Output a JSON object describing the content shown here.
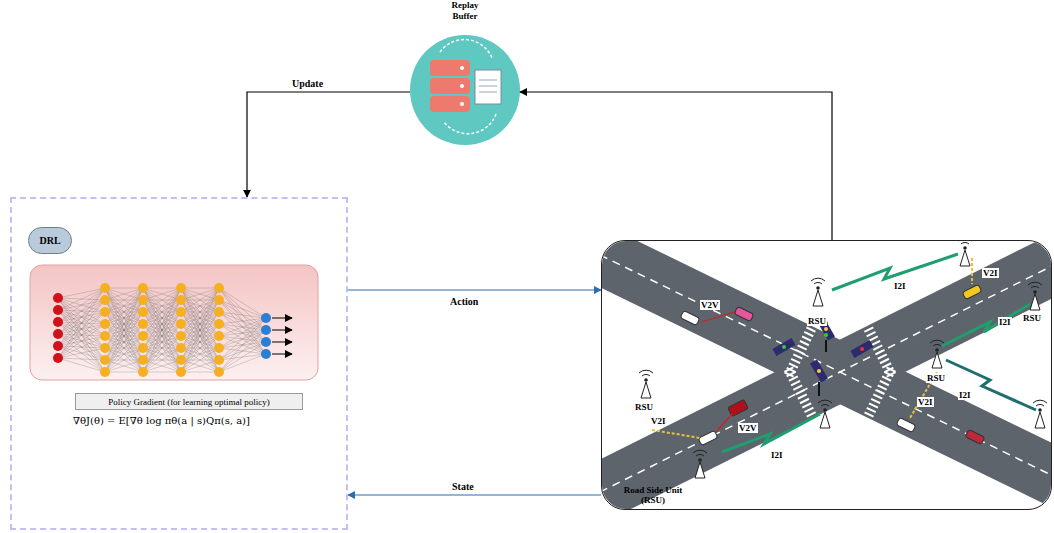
{
  "diagram": {
    "nodes": [
      {
        "text": [
          "Replay Buffer"
        ]
      },
      {
        "text": [
          "∇θJ(θ) = E[∇θ log πθ(a | s)Qπ(s, a)]"
        ]
      },
      {
        "text": [
          "DRL"
        ],
        "in": 1
      },
      {
        "text": [
          "Policy Gradient (for learning optimal policy)"
        ],
        "in": 1
      },
      {
        "text": [
          "Road Side Unit (RSU)"
        ]
      }
    ],
    "edges": [
      {
        "from": 0,
        "to": 1,
        "label": "Update",
        "arrow": "to"
      },
      {
        "from": 1,
        "to": 4,
        "label": "Action",
        "arrow": "to"
      },
      {
        "from": 4,
        "to": 1,
        "label": "State",
        "arrow": "to"
      },
      {
        "from": 4,
        "to": 0,
        "arrow": "to"
      }
    ],
    "labels": [
      "RSU",
      "RSU",
      "RSU",
      "RSU",
      "I2I",
      "I2I",
      "I2I",
      "I2I",
      "V2V",
      "V2V",
      "V2I",
      "V2I",
      "V2I"
    ]
  }
}
